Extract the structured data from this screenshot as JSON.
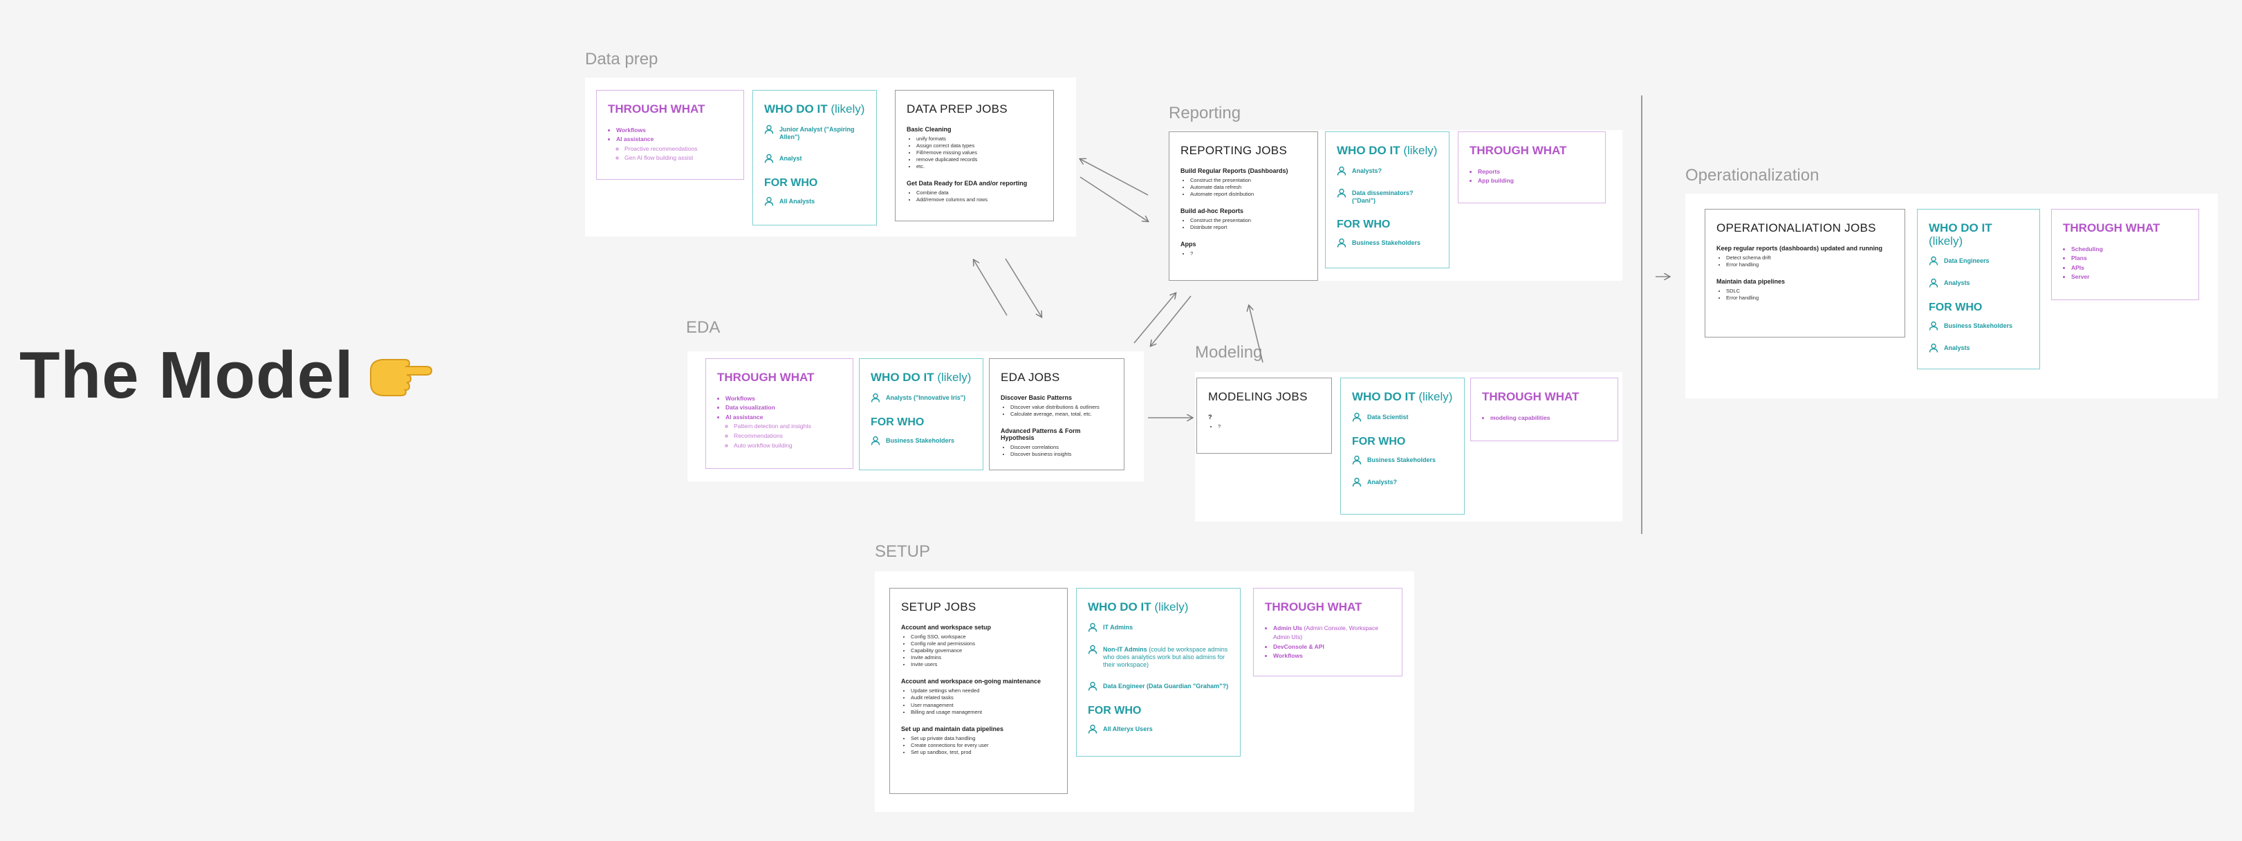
{
  "title": "The Model",
  "data_prep": {
    "label": "Data prep",
    "through": {
      "title": "THROUGH WHAT",
      "items": [
        {
          "label": "Workflows",
          "sub": []
        },
        {
          "label": "AI assistance",
          "sub": [
            "Proactive recommendations",
            "Gen AI flow building assist"
          ]
        }
      ]
    },
    "who": {
      "title": "WHO DO IT",
      "likely": "(likely)",
      "people": [
        {
          "name": "Junior Analyst (\"Aspiring Allen\")",
          "note": ""
        },
        {
          "name": "Analyst",
          "note": ""
        }
      ],
      "for_title": "FOR WHO",
      "for": [
        {
          "name": "All Analysts",
          "note": ""
        }
      ]
    },
    "jobs": {
      "title": "DATA PREP JOBS",
      "groups": [
        {
          "title": "Basic Cleaning",
          "items": [
            "unify formats",
            "Assign correct data types",
            "Fill/remove missing values",
            "remove duplicated records",
            "etc."
          ]
        },
        {
          "title": "Get Data Ready for EDA and/or reporting",
          "items": [
            "Combine data",
            "Add/remove columns and rows"
          ]
        }
      ]
    }
  },
  "reporting": {
    "label": "Reporting",
    "jobs": {
      "title": "REPORTING JOBS",
      "groups": [
        {
          "title": "Build Regular Reports (Dashboards)",
          "items": [
            "Construct the presentation",
            "Automate data refresh",
            "Automate report distribution"
          ]
        },
        {
          "title": "Build ad-hoc Reports",
          "items": [
            "Construct the presentation",
            "Distribute report"
          ]
        },
        {
          "title": "Apps",
          "items": [
            "?"
          ]
        }
      ]
    },
    "who": {
      "title": "WHO DO IT",
      "likely": "(likely)",
      "people": [
        {
          "name": "Analysts?",
          "note": ""
        },
        {
          "name": "Data disseminators? (\"Dani\")",
          "note": ""
        }
      ],
      "for_title": "FOR WHO",
      "for": [
        {
          "name": "Business Stakeholders",
          "note": ""
        }
      ]
    },
    "through": {
      "title": "THROUGH WHAT",
      "items": [
        {
          "label": "Reports",
          "sub": []
        },
        {
          "label": "App building",
          "sub": []
        }
      ]
    }
  },
  "eda": {
    "label": "EDA",
    "through": {
      "title": "THROUGH WHAT",
      "items": [
        {
          "label": "Workflows",
          "sub": []
        },
        {
          "label": "Data visualization",
          "sub": []
        },
        {
          "label": "AI assistance",
          "sub": [
            "Pattern detection and insights",
            "Recommendations",
            "Auto workflow building"
          ]
        }
      ]
    },
    "who": {
      "title": "WHO DO IT",
      "likely": "(likely)",
      "people": [
        {
          "name": "Analysts (\"Innovative Iris\")",
          "note": ""
        }
      ],
      "for_title": "FOR WHO",
      "for": [
        {
          "name": "Business Stakeholders",
          "note": ""
        }
      ]
    },
    "jobs": {
      "title": "EDA JOBS",
      "groups": [
        {
          "title": "Discover Basic Patterns",
          "items": [
            "Discover value distributions & outliners",
            "Calculate average, mean, total, etc."
          ]
        },
        {
          "title": "Advanced Patterns & Form Hypothesis",
          "items": [
            "Discover correlations",
            "Discover business insights"
          ]
        }
      ]
    }
  },
  "modeling": {
    "label": "Modeling",
    "jobs": {
      "title": "MODELING JOBS",
      "groups": [
        {
          "title": "?",
          "items": [
            "?"
          ]
        }
      ]
    },
    "who": {
      "title": "WHO DO IT",
      "likely": "(likely)",
      "people": [
        {
          "name": "Data Scientist",
          "note": ""
        }
      ],
      "for_title": "FOR WHO",
      "for": [
        {
          "name": "Business Stakeholders",
          "note": ""
        },
        {
          "name": "Analysts?",
          "note": ""
        }
      ]
    },
    "through": {
      "title": "THROUGH WHAT",
      "items": [
        {
          "label": "modeling capabilities",
          "sub": []
        }
      ]
    }
  },
  "setup": {
    "label": "SETUP",
    "jobs": {
      "title": "SETUP JOBS",
      "groups": [
        {
          "title": "Account and workspace setup",
          "items": [
            "Config SSO, workspace",
            "Config role and permissions",
            "Capability governance",
            "Invite admins",
            "Invite users"
          ]
        },
        {
          "title": "Account and workspace on-going maintenance",
          "items": [
            "Update settings when needed",
            "Audit related tasks",
            "User management",
            "Billing and usage management"
          ]
        },
        {
          "title": "Set up and maintain data pipelines",
          "items": [
            "Set up private data handling",
            "Create connections for every user",
            "Set up sandbox, test, prod"
          ]
        }
      ]
    },
    "who": {
      "title": "WHO DO IT",
      "likely": "(likely)",
      "people": [
        {
          "name": "IT Admins",
          "note": ""
        },
        {
          "name": "Non-IT Admins",
          "note": "(could be workspace admins who does analytics work but also admins for their workspace)"
        },
        {
          "name": "Data Engineer (Data Guardian \"Graham\"?)",
          "note": ""
        }
      ],
      "for_title": "FOR WHO",
      "for": [
        {
          "name": "All Alteryx Users",
          "note": ""
        }
      ]
    },
    "through": {
      "title": "THROUGH WHAT",
      "items": [
        {
          "label": "Admin UIs",
          "note": "(Admin Console, Workspace Admin UIs)",
          "sub": []
        },
        {
          "label": "DevConsole & API",
          "sub": []
        },
        {
          "label": "Workflows",
          "sub": []
        }
      ]
    }
  },
  "operationalization": {
    "label": "Operationalization",
    "jobs": {
      "title": "OPERATIONALIATION JOBS",
      "groups": [
        {
          "title": "Keep regular reports (dashboards) updated and running",
          "items": [
            "Detect schema drift",
            "Error handling"
          ]
        },
        {
          "title": "Maintain data pipelines",
          "items": [
            "SDLC",
            "Error handling"
          ]
        }
      ]
    },
    "who": {
      "title": "WHO DO IT",
      "likely": "(likely)",
      "people": [
        {
          "name": "Data Engineers",
          "note": ""
        },
        {
          "name": "Analysts",
          "note": ""
        }
      ],
      "for_title": "FOR WHO",
      "for": [
        {
          "name": "Business Stakeholders",
          "note": ""
        },
        {
          "name": "Analysts",
          "note": ""
        }
      ]
    },
    "through": {
      "title": "THROUGH WHAT",
      "items": [
        {
          "label": "Scheduling",
          "sub": []
        },
        {
          "label": "Plans",
          "sub": []
        },
        {
          "label": "APIs",
          "sub": []
        },
        {
          "label": "Server",
          "sub": []
        }
      ]
    }
  }
}
